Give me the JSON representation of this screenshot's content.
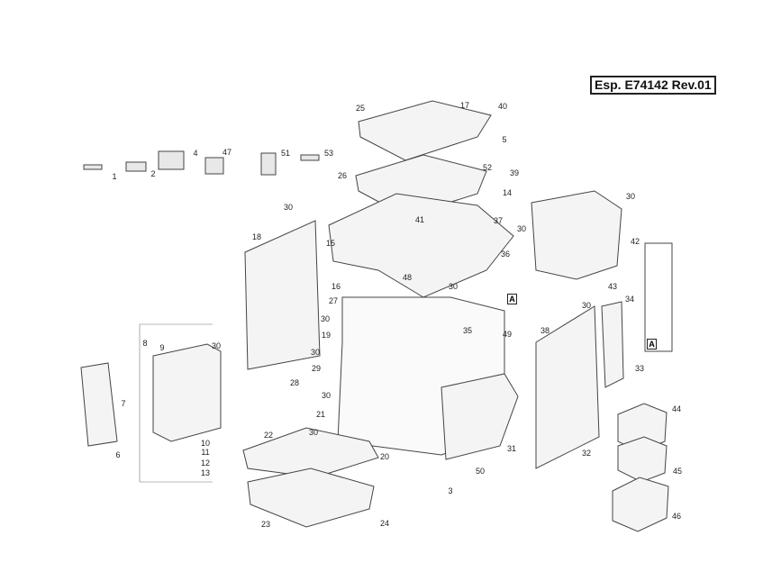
{
  "reference": "Esp. E74142 Rev.01",
  "detail_marker": "A",
  "callouts": [
    "25",
    "17",
    "40",
    "5",
    "1",
    "2",
    "4",
    "47",
    "51",
    "53",
    "52",
    "39",
    "26",
    "14",
    "30",
    "41",
    "37",
    "30",
    "30",
    "18",
    "15",
    "42",
    "36",
    "48",
    "16",
    "30",
    "43",
    "27",
    "34",
    "30",
    "30",
    "8",
    "9",
    "35",
    "49",
    "38",
    "19",
    "30",
    "30",
    "29",
    "7",
    "28",
    "30",
    "33",
    "21",
    "44",
    "10",
    "11",
    "12",
    "13",
    "6",
    "30",
    "31",
    "32",
    "22",
    "20",
    "50",
    "45",
    "3",
    "46",
    "23",
    "24"
  ]
}
